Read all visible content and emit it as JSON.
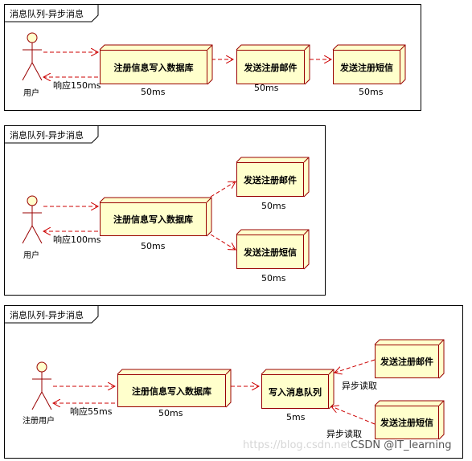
{
  "diagram_1": {
    "title": "消息队列-异步消息",
    "actor": "用户",
    "response": "响应150ms",
    "nodes": [
      {
        "label": "注册信息写入数据库",
        "time": "50ms"
      },
      {
        "label": "发送注册邮件",
        "time": "50ms"
      },
      {
        "label": "发送注册短信",
        "time": "50ms"
      }
    ]
  },
  "diagram_2": {
    "title": "消息队列-异步消息",
    "actor": "用户",
    "response": "响应100ms",
    "nodes": [
      {
        "label": "注册信息写入数据库",
        "time": "50ms"
      },
      {
        "label": "发送注册邮件",
        "time": "50ms"
      },
      {
        "label": "发送注册短信",
        "time": "50ms"
      }
    ]
  },
  "diagram_3": {
    "title": "消息队列-异步消息",
    "actor": "注册用户",
    "response": "响应55ms",
    "nodes": [
      {
        "label": "注册信息写入数据库",
        "time": "50ms"
      },
      {
        "label": "写入消息队列",
        "time": "5ms"
      },
      {
        "label": "发送注册邮件",
        "time": ""
      },
      {
        "label": "发送注册短信",
        "time": ""
      }
    ],
    "read_label_top": "异步读取",
    "read_label_bottom": "异步读取"
  },
  "watermark": {
    "url": "https://blog.csdn.net",
    "author": "CSDN @IT_learning"
  },
  "colors": {
    "box_fill": "#ffffcc",
    "box_stroke": "#990000",
    "arrow": "#cc0000",
    "actor_head": "#ffffcc"
  }
}
